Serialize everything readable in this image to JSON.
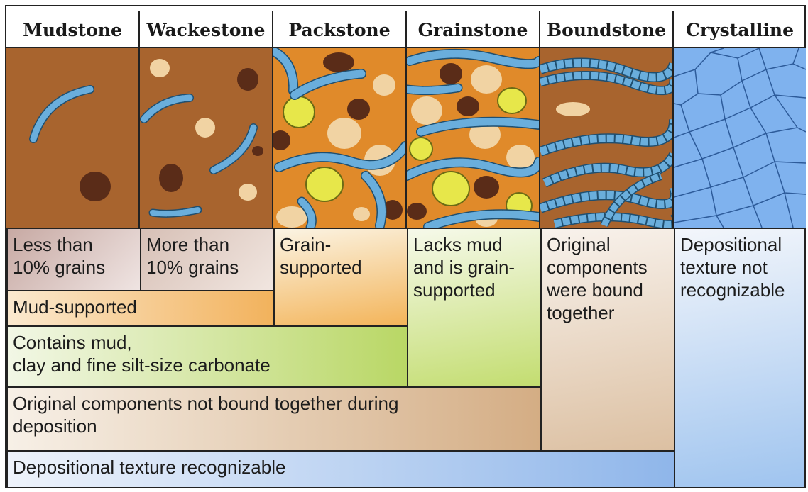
{
  "headers": [
    "Mudstone",
    "Wackestone",
    "Packstone",
    "Grainstone",
    "Boundstone",
    "Crystalline"
  ],
  "descriptions": {
    "mudstone": [
      "Less than",
      "10% grains"
    ],
    "wackestone": [
      "More than",
      "10% grains"
    ],
    "packstone": [
      "Grain-",
      "supported"
    ],
    "grainstone": [
      "Lacks mud",
      "and is grain-",
      "supported"
    ],
    "boundstone": [
      "Original",
      "components",
      "were bound",
      "together"
    ],
    "crystalline": [
      "Depositional",
      "texture not",
      "recognizable"
    ]
  },
  "groups": {
    "mud_supported": "Mud-supported",
    "contains_mud": [
      "Contains mud,",
      "clay and fine silt-size carbonate"
    ],
    "not_bound": [
      "Original components not bound together during",
      "deposition"
    ],
    "texture_recognizable": "Depositional texture recognizable"
  },
  "colors": {
    "matrix_brown": "#a8642e",
    "matrix_orange": "#e08a2a",
    "fossil_blue": "#6aaedc",
    "grain_tan": "#f1d3a3",
    "grain_dark": "#5a2c18",
    "ooid_yellow": "#e7e74a",
    "crystal_blue": "#7fb2ee"
  }
}
